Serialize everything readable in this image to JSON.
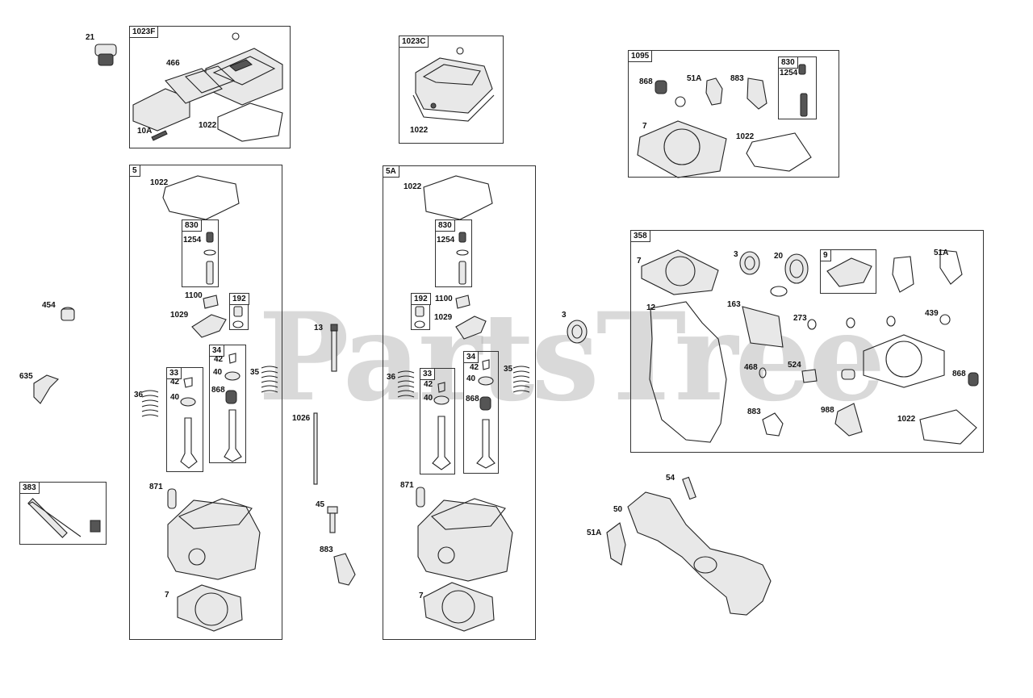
{
  "watermark": "PartsTree",
  "groups": {
    "g1023f": "1023F",
    "g1023c": "1023C",
    "g1095": "1095",
    "g1095_830": "830",
    "g5": "5",
    "g5_830": "830",
    "g5_192": "192",
    "g5_33": "33",
    "g5_34": "34",
    "g5a": "5A",
    "g5a_830": "830",
    "g5a_192": "192",
    "g5a_33": "33",
    "g5a_34": "34",
    "g358": "358",
    "g358_9": "9",
    "g383": "383"
  },
  "labels": {
    "l21": "21",
    "l466": "466",
    "l10a": "10A",
    "l1022_f": "1022",
    "l1022_c": "1022",
    "l868_95": "868",
    "l51a_95": "51A",
    "l883_95": "883",
    "l1254_95": "1254",
    "l7_95": "7",
    "l1022_95": "1022",
    "l1022_5": "1022",
    "l1254_5": "1254",
    "l1100_5": "1100",
    "l1029_5": "1029",
    "l42_5a": "42",
    "l40_5a": "40",
    "l42_5b": "42",
    "l40_5b": "40",
    "l868_5": "868",
    "l35_5": "35",
    "l36_5": "36",
    "l871_5": "871",
    "l7_5": "7",
    "l454": "454",
    "l635": "635",
    "l13": "13",
    "l1026": "1026",
    "l45": "45",
    "l883_m": "883",
    "l1022_5a": "1022",
    "l1254_5a": "1254",
    "l1100_5a": "1100",
    "l1029_5a": "1029",
    "l42_5aa": "42",
    "l40_5aa": "40",
    "l42_5ab": "42",
    "l40_5ab": "40",
    "l868_5a": "868",
    "l35_5a": "35",
    "l36_5a": "36",
    "l871_5a": "871",
    "l7_5a": "7",
    "l3_out": "3",
    "l7_358": "7",
    "l3_358": "3",
    "l20_358": "20",
    "l51a_358": "51A",
    "l12_358": "12",
    "l163_358": "163",
    "l273_358": "273",
    "l439_358": "439",
    "l468_358": "468",
    "l524_358": "524",
    "l868_358": "868",
    "l883_358": "883",
    "l988_358": "988",
    "l1022_358": "1022",
    "l54": "54",
    "l50": "50",
    "l51a_b": "51A"
  }
}
